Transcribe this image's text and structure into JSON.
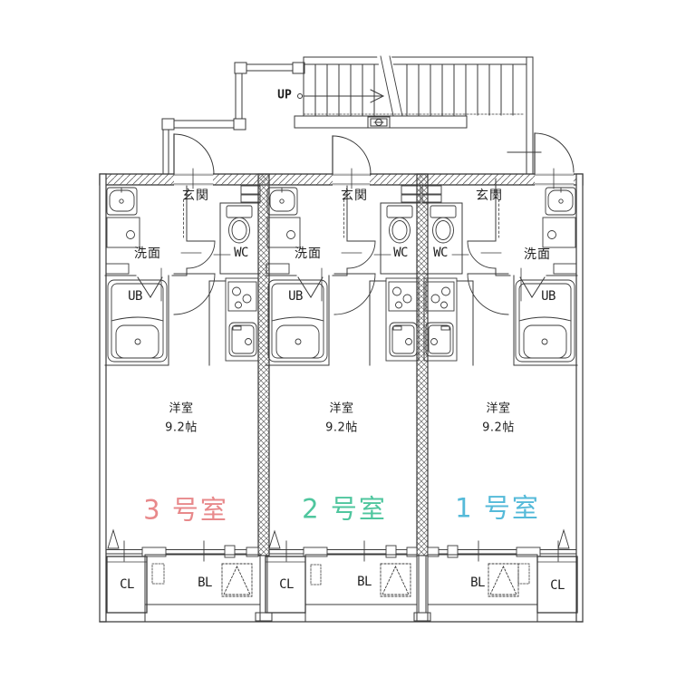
{
  "stairs": {
    "up_label": "UP"
  },
  "units": [
    {
      "id": "3",
      "room_number": "3 号室",
      "accent_color": "#e8898b",
      "labels": {
        "entrance": "玄関",
        "washroom": "洗面",
        "toilet": "WC",
        "bath": "UB",
        "room": "洋室",
        "size": "9.2帖",
        "closet": "CL",
        "balcony": "BL"
      }
    },
    {
      "id": "2",
      "room_number": "2 号室",
      "accent_color": "#4fc69e",
      "labels": {
        "entrance": "玄関",
        "washroom": "洗面",
        "toilet": "WC",
        "bath": "UB",
        "room": "洋室",
        "size": "9.2帖",
        "closet": "CL",
        "balcony": "BL"
      }
    },
    {
      "id": "1",
      "room_number": "1 号室",
      "accent_color": "#55bad9",
      "labels": {
        "entrance": "玄関",
        "washroom": "洗面",
        "toilet": "WC",
        "bath": "UB",
        "room": "洋室",
        "size": "9.2帖",
        "closet": "CL",
        "balcony": "BL"
      }
    }
  ]
}
